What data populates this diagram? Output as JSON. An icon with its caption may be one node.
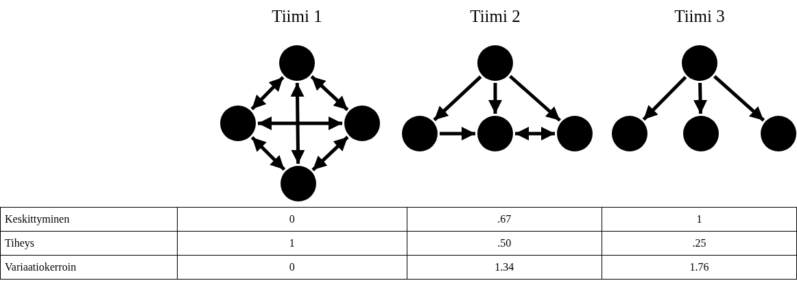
{
  "diagram": {
    "nodes": [
      {
        "text": [],
        "shape": "circle"
      },
      {
        "text": [],
        "shape": "circle"
      },
      {
        "text": [],
        "shape": "circle"
      },
      {
        "text": [],
        "shape": "circle"
      },
      {
        "text": [],
        "shape": "circle"
      },
      {
        "text": [],
        "shape": "circle"
      },
      {
        "text": [],
        "shape": "circle"
      },
      {
        "text": [],
        "shape": "circle"
      },
      {
        "text": [],
        "shape": "circle"
      },
      {
        "text": [],
        "shape": "circle"
      },
      {
        "text": [],
        "shape": "circle"
      },
      {
        "text": [],
        "shape": "circle"
      }
    ],
    "edges": [
      {
        "from": 0,
        "to": 1,
        "arrow": "both"
      },
      {
        "from": 0,
        "to": 2,
        "arrow": "both"
      },
      {
        "from": 1,
        "to": 2,
        "arrow": "both"
      },
      {
        "from": 0,
        "to": 3,
        "arrow": "both"
      },
      {
        "from": 1,
        "to": 3,
        "arrow": "both"
      },
      {
        "from": 2,
        "to": 3,
        "arrow": "both"
      },
      {
        "from": 4,
        "to": 5,
        "arrow": "to"
      },
      {
        "from": 4,
        "to": 6,
        "arrow": "to"
      },
      {
        "from": 4,
        "to": 7,
        "arrow": "to"
      },
      {
        "from": 5,
        "to": 6,
        "arrow": "to"
      },
      {
        "from": 6,
        "to": 7,
        "arrow": "both"
      },
      {
        "from": 8,
        "to": 9,
        "arrow": "to"
      },
      {
        "from": 8,
        "to": 10,
        "arrow": "to"
      },
      {
        "from": 8,
        "to": 11,
        "arrow": "to"
      }
    ],
    "labels": [
      "Tiimi 1",
      "Tiimi 2",
      "Tiimi 3",
      "Keskittyminen",
      "0",
      ".67",
      "1",
      "Tiheys",
      "1",
      ".50",
      ".25",
      "Variaatiokerroin",
      "0",
      "1.34",
      "1.76"
    ]
  }
}
